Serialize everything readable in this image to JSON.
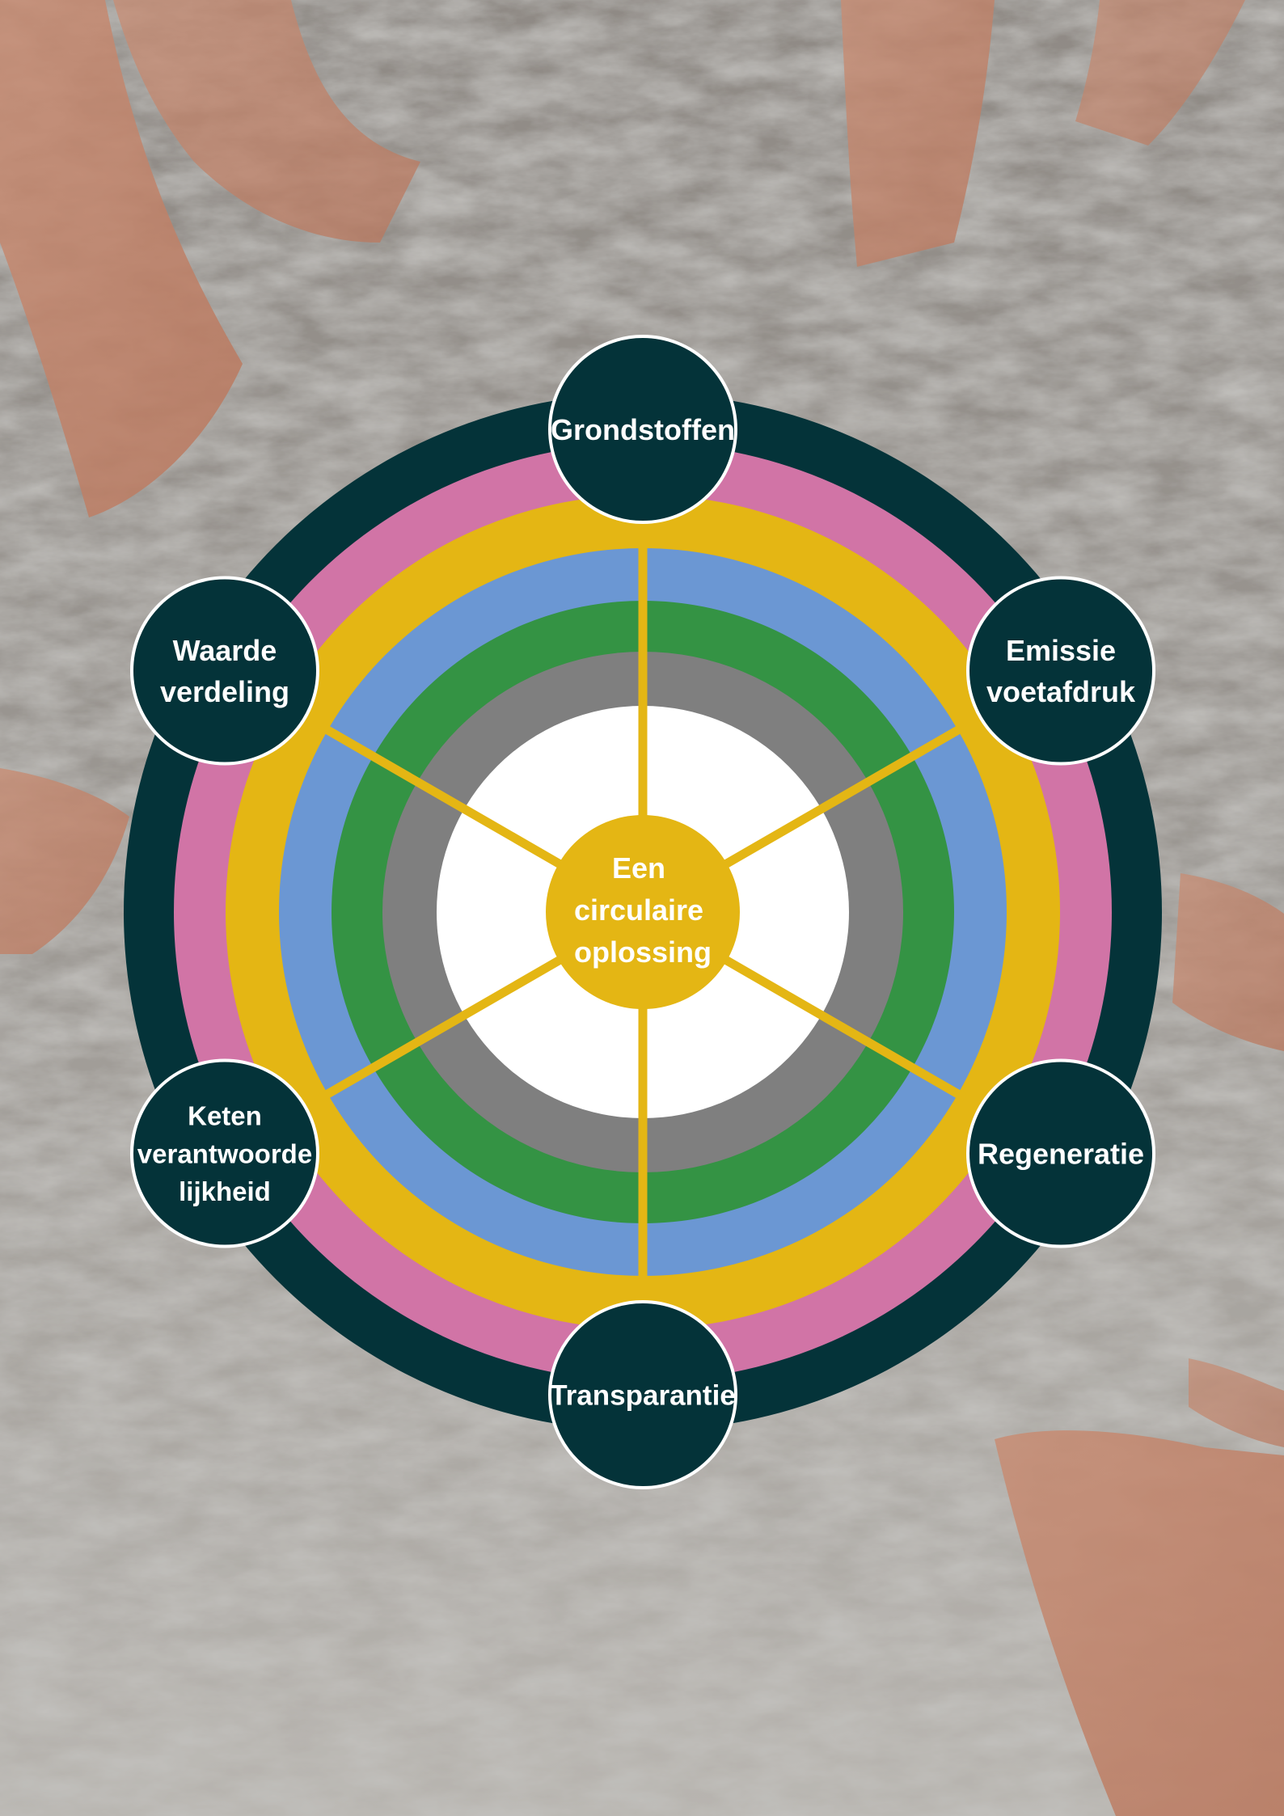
{
  "diagram": {
    "center_label": [
      "Een",
      "circulaire",
      "oplossing"
    ],
    "nodes": [
      {
        "id": "grondstoffen",
        "lines": [
          "Grondstoffen"
        ]
      },
      {
        "id": "emissie-voetafdruk",
        "lines": [
          "Emissie",
          "voetafdruk"
        ]
      },
      {
        "id": "regeneratie",
        "lines": [
          "Regeneratie"
        ]
      },
      {
        "id": "transparantie",
        "lines": [
          "Transparantie"
        ]
      },
      {
        "id": "keten-verantwoordelijkheid",
        "lines": [
          "Keten",
          "verantwoorde",
          "lijkheid"
        ]
      },
      {
        "id": "waarde-verdeling",
        "lines": [
          "Waarde",
          "verdeling"
        ]
      }
    ],
    "ring_colors": [
      "#043339",
      "#d174a6",
      "#e4b614",
      "#6b97d3",
      "#349344",
      "#7f7f7f",
      "#ffffff"
    ],
    "node_color": "#043339",
    "center_color": "#e4b614",
    "spoke_color": "#e4b614"
  },
  "background": {
    "description_colors": [
      "#8e8a85",
      "#a9a6a1",
      "#c89a84"
    ]
  }
}
